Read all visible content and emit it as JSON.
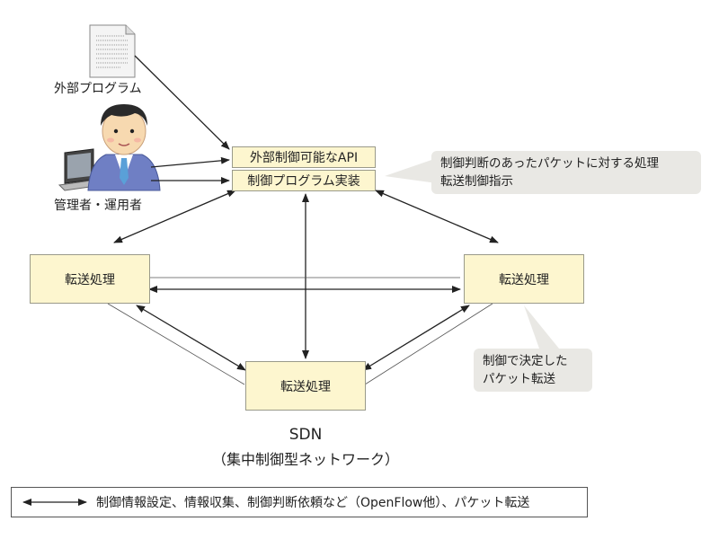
{
  "external_program_label": "外部プログラム",
  "admin_label": "管理者・運用者",
  "controller": {
    "api_label": "外部制御可能なAPI",
    "impl_label": "制御プログラム実装"
  },
  "callout_top": {
    "line1": "制御判断のあったパケットに対する処理",
    "line2": "転送制御指示"
  },
  "nodes": {
    "left": "転送処理",
    "right": "転送処理",
    "bottom": "転送処理"
  },
  "callout_bottom": {
    "line1": "制御で決定した",
    "line2": "パケット転送"
  },
  "sdn_title": "SDN",
  "sdn_subtitle": "（集中制御型ネットワーク）",
  "legend_text": "制御情報設定、情報収集、制御判断依頼など（OpenFlow他）、パケット転送",
  "colors": {
    "box_fill": "#fdf6cf",
    "callout_fill": "#e9e8e4",
    "line": "#222222"
  }
}
